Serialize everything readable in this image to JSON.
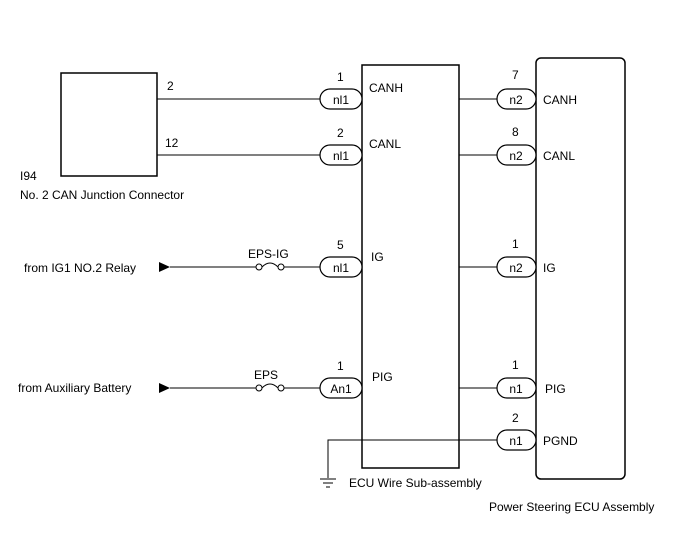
{
  "junction_connector": {
    "code": "I94",
    "name": "No. 2 CAN Junction Connector",
    "pin_canh": "2",
    "pin_canl": "12"
  },
  "ecu_wire_subassembly": {
    "name": "ECU Wire Sub-assembly",
    "rows": [
      {
        "pin": "1",
        "connector": "nl1",
        "signal": "CANH"
      },
      {
        "pin": "2",
        "connector": "nl1",
        "signal": "CANL"
      },
      {
        "pin": "5",
        "connector": "nl1",
        "signal": "IG"
      },
      {
        "pin": "1",
        "connector": "An1",
        "signal": "PIG"
      }
    ]
  },
  "power_steering_ecu": {
    "name": "Power Steering ECU Assembly",
    "rows": [
      {
        "pin": "7",
        "connector": "n2",
        "signal": "CANH"
      },
      {
        "pin": "8",
        "connector": "n2",
        "signal": "CANL"
      },
      {
        "pin": "1",
        "connector": "n2",
        "signal": "IG"
      },
      {
        "pin": "1",
        "connector": "n1",
        "signal": "PIG"
      },
      {
        "pin": "2",
        "connector": "n1",
        "signal": "PGND"
      }
    ]
  },
  "sources": {
    "ig1_relay": "from IG1 NO.2 Relay",
    "aux_battery": "from Auxiliary Battery"
  },
  "fuses": {
    "eps_ig": "EPS-IG",
    "eps": "EPS"
  }
}
